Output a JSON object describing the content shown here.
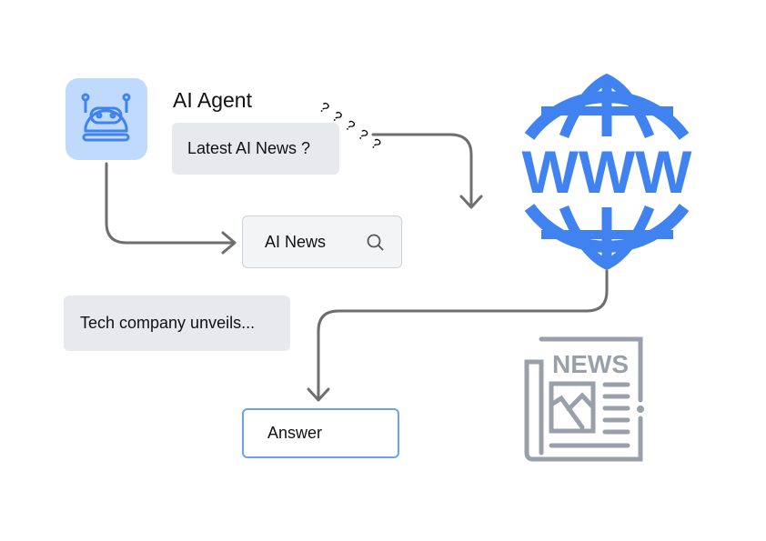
{
  "agent": {
    "title": "AI Agent",
    "query": "Latest AI News ?",
    "question_marks": "? ? ? ? ?"
  },
  "search": {
    "value": "AI News"
  },
  "result": {
    "text": "Tech company unveils..."
  },
  "answer": {
    "label": "Answer"
  },
  "globe": {
    "label": "WWW"
  },
  "newspaper": {
    "label": "NEWS"
  },
  "colors": {
    "blue": "#3f82f0",
    "arrow": "#6e6e6e",
    "gray_box": "#e8e9ec",
    "icon_gray": "#9aa0aa"
  }
}
